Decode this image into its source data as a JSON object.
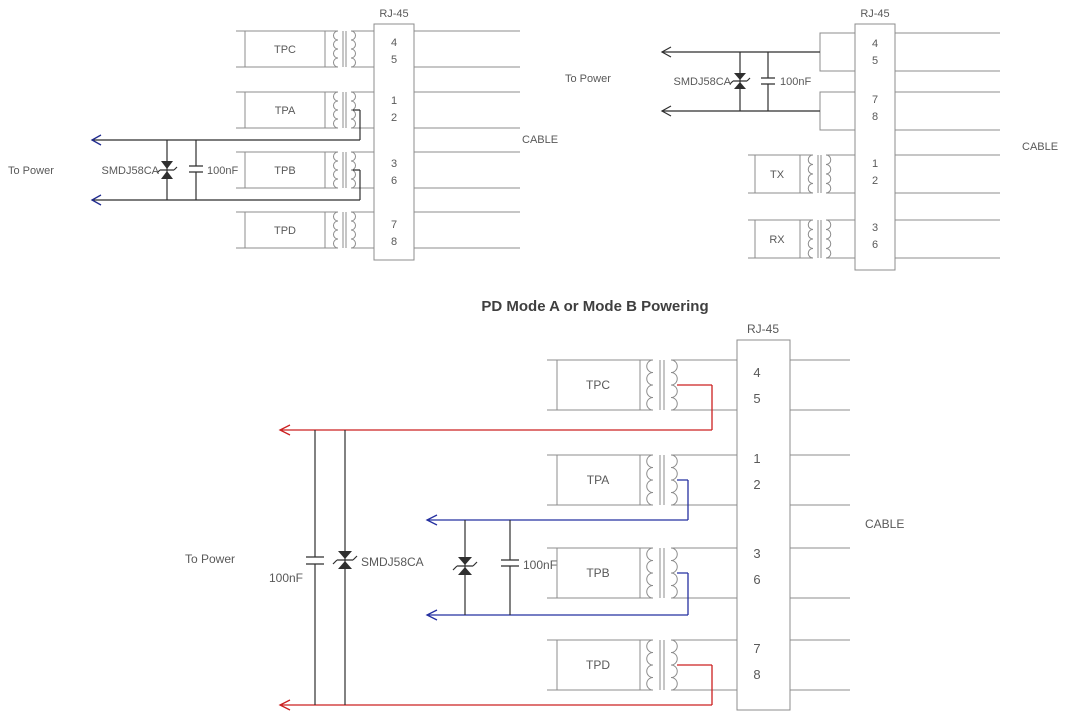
{
  "colors": {
    "wire": "#8c8c8c",
    "text": "#595959",
    "power_dark": "#2f2f2f",
    "red": "#cc2020",
    "blue": "#2530a0",
    "navy_arrow": "#1f2a8f"
  },
  "top_left": {
    "rj45_label": "RJ-45",
    "cable_label": "CABLE",
    "to_power_label": "To Power",
    "tvs_label": "SMDJ58CA",
    "cap_label": "100nF",
    "blocks": [
      "TPC",
      "TPA",
      "TPB",
      "TPD"
    ],
    "pin_numbers": [
      "4",
      "5",
      "1",
      "2",
      "3",
      "6",
      "7",
      "8"
    ]
  },
  "top_right": {
    "rj45_label": "RJ-45",
    "cable_label": "CABLE",
    "to_power_label": "To Power",
    "tvs_label": "SMDJ58CA",
    "cap_label": "100nF",
    "blocks": [
      "TX",
      "RX"
    ],
    "pin_numbers": [
      "4",
      "5",
      "7",
      "8",
      "1",
      "2",
      "3",
      "6"
    ]
  },
  "bottom": {
    "title": "PD Mode A or Mode B Powering",
    "rj45_label": "RJ-45",
    "cable_label": "CABLE",
    "to_power_label": "To Power",
    "tvs_label": "SMDJ58CA",
    "cap_label_left": "100nF",
    "cap_label_right": "100nF",
    "blocks": [
      "TPC",
      "TPA",
      "TPB",
      "TPD"
    ],
    "pin_numbers": [
      "4",
      "5",
      "1",
      "2",
      "3",
      "6",
      "7",
      "8"
    ]
  }
}
